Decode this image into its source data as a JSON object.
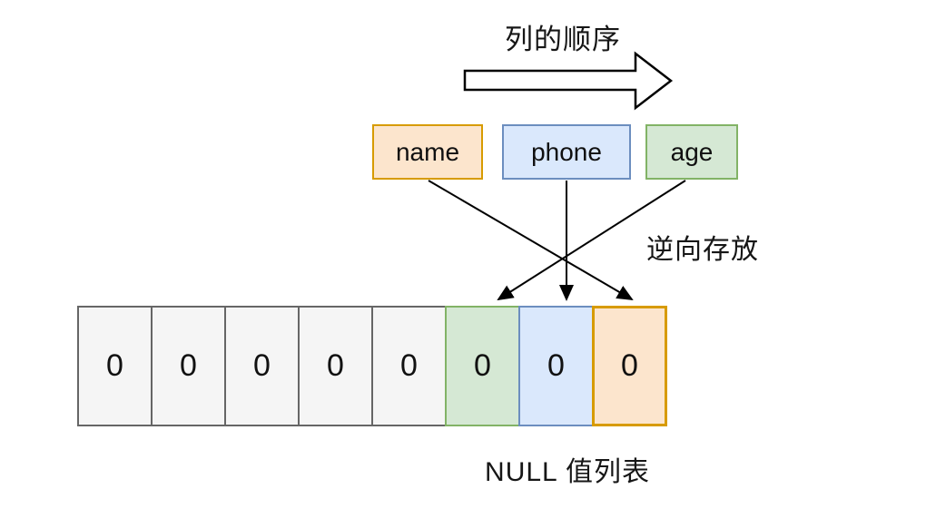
{
  "diagram": {
    "top_label": "列的顺序",
    "reverse_label": "逆向存放",
    "bottom_label": "NULL 值列表",
    "columns": [
      {
        "label": "name",
        "variant": "orange"
      },
      {
        "label": "phone",
        "variant": "blue"
      },
      {
        "label": "age",
        "variant": "green"
      }
    ],
    "cells": [
      {
        "value": "0",
        "variant": "gray"
      },
      {
        "value": "0",
        "variant": "gray"
      },
      {
        "value": "0",
        "variant": "gray"
      },
      {
        "value": "0",
        "variant": "gray"
      },
      {
        "value": "0",
        "variant": "gray"
      },
      {
        "value": "0",
        "variant": "green"
      },
      {
        "value": "0",
        "variant": "blue"
      },
      {
        "value": "0",
        "variant": "orange"
      }
    ],
    "mappings": [
      {
        "from": "name",
        "to": "cell-8-orange"
      },
      {
        "from": "phone",
        "to": "cell-7-blue"
      },
      {
        "from": "age",
        "to": "cell-6-green"
      }
    ],
    "colors": {
      "orange_fill": "#FCE5CD",
      "orange_stroke": "#D79B00",
      "blue_fill": "#DAE8FC",
      "blue_stroke": "#6C8EBF",
      "green_fill": "#D5E8D4",
      "green_stroke": "#82B366",
      "gray_fill": "#F5F5F5",
      "gray_stroke": "#666666",
      "line": "#000000"
    }
  }
}
